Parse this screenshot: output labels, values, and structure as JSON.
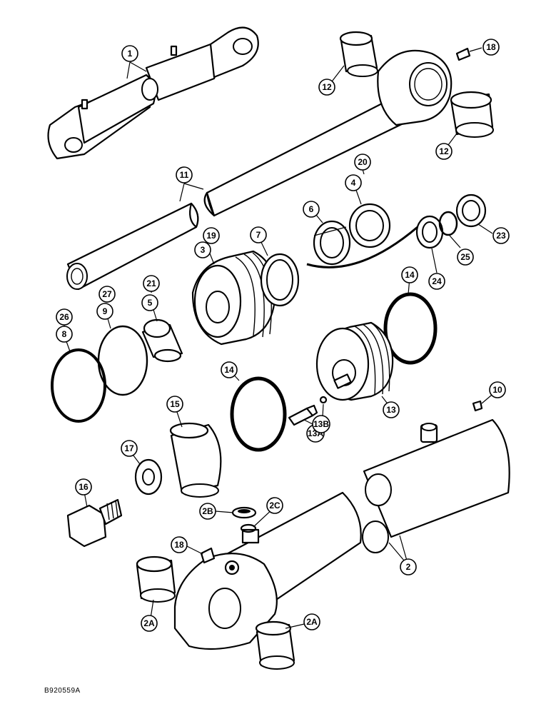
{
  "figure_code": "B920559A",
  "callouts": [
    {
      "id": "c1",
      "label": "1"
    },
    {
      "id": "c11",
      "label": "11"
    },
    {
      "id": "c12a",
      "label": "12"
    },
    {
      "id": "c12b",
      "label": "12"
    },
    {
      "id": "c18a",
      "label": "18"
    },
    {
      "id": "c20",
      "label": "20"
    },
    {
      "id": "c4",
      "label": "4"
    },
    {
      "id": "c6",
      "label": "6"
    },
    {
      "id": "c19",
      "label": "19"
    },
    {
      "id": "c3",
      "label": "3"
    },
    {
      "id": "c7",
      "label": "7"
    },
    {
      "id": "c23",
      "label": "23"
    },
    {
      "id": "c25",
      "label": "25"
    },
    {
      "id": "c24",
      "label": "24"
    },
    {
      "id": "c14a",
      "label": "14"
    },
    {
      "id": "c21",
      "label": "21"
    },
    {
      "id": "c5",
      "label": "5"
    },
    {
      "id": "c27",
      "label": "27"
    },
    {
      "id": "c9",
      "label": "9"
    },
    {
      "id": "c26",
      "label": "26"
    },
    {
      "id": "c8",
      "label": "8"
    },
    {
      "id": "c14b",
      "label": "14"
    },
    {
      "id": "c15",
      "label": "15"
    },
    {
      "id": "c13a",
      "label": "13A"
    },
    {
      "id": "c13b",
      "label": "13B"
    },
    {
      "id": "c13",
      "label": "13"
    },
    {
      "id": "c10",
      "label": "10"
    },
    {
      "id": "c17",
      "label": "17"
    },
    {
      "id": "c16",
      "label": "16"
    },
    {
      "id": "c2b",
      "label": "2B"
    },
    {
      "id": "c2c",
      "label": "2C"
    },
    {
      "id": "c18b",
      "label": "18"
    },
    {
      "id": "c2",
      "label": "2"
    },
    {
      "id": "c2a1",
      "label": "2A"
    },
    {
      "id": "c2a2",
      "label": "2A"
    }
  ]
}
